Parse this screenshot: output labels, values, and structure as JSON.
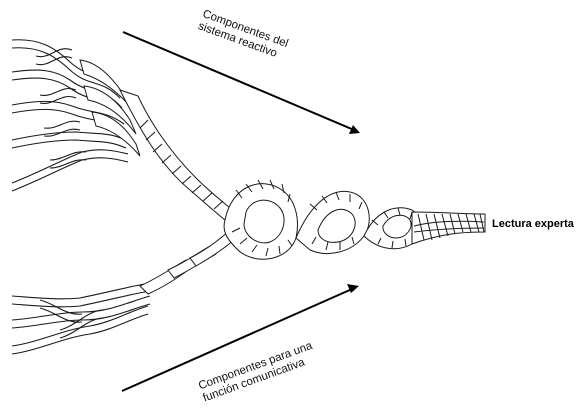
{
  "labels": {
    "top_line1": "Componentes del",
    "top_line2": "sistema reactivo",
    "bottom_line1": "Componentes para una",
    "bottom_line2": "función comunicativa",
    "output": "Lectura experta"
  },
  "colors": {
    "stroke": "#1a1a1a",
    "rope_fill": "#ffffff",
    "arrow": "#000000"
  },
  "icons": {
    "top_arrow": "arrow-down-right-icon",
    "bottom_arrow": "arrow-up-right-icon"
  }
}
